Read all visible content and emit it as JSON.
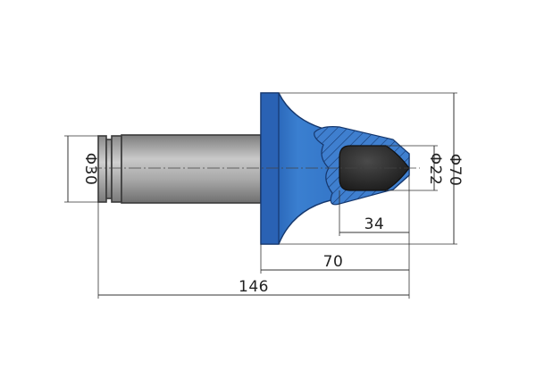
{
  "colors": {
    "body_blue": "#2f6fc4",
    "body_blue_dark": "#1f4f96",
    "shank_gray": "#9a9a9a",
    "shank_light": "#c4c4c4",
    "tip_black": "#1e1e1e"
  },
  "dimensions": {
    "shank_diameter": "Φ30",
    "tip_diameter": "Φ22",
    "head_diameter": "Φ70",
    "tip_length": "34",
    "head_length": "70",
    "total_length": "146"
  }
}
